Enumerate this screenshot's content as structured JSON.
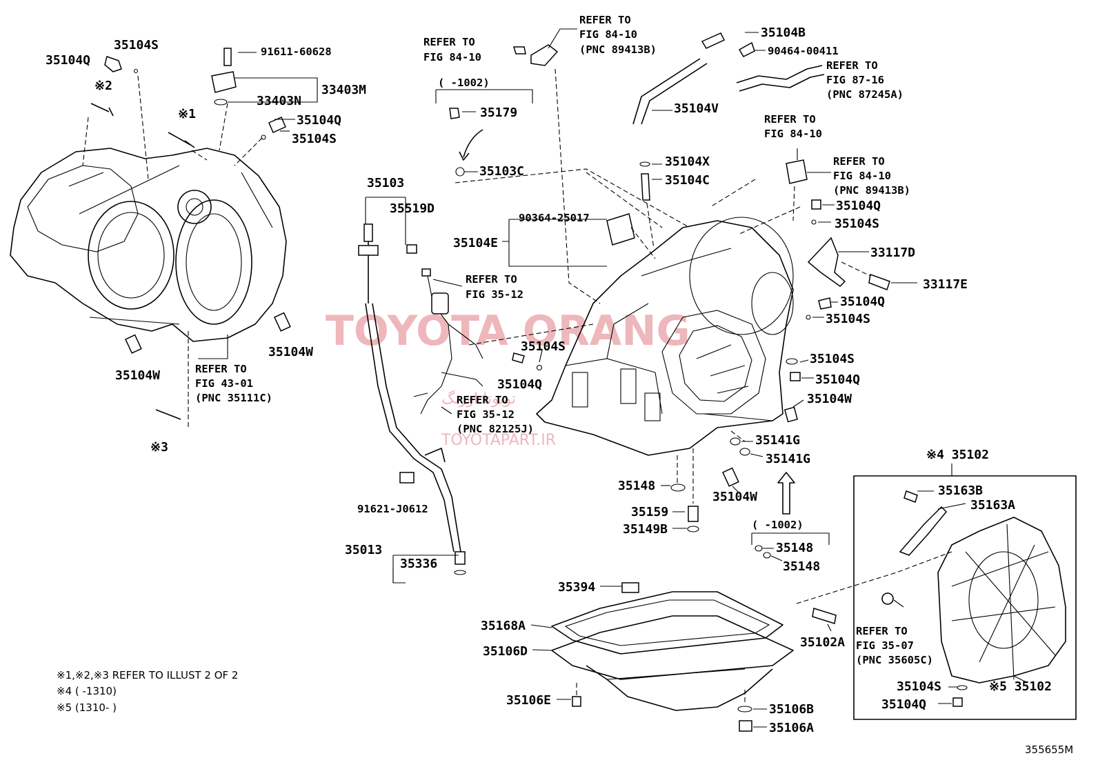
{
  "watermark": {
    "brand": "TOYOTA ORANG",
    "arabic": "تويوتا اورنگ",
    "site": "TOYOTAPART.IR"
  },
  "illustration_code": "355655M",
  "footnotes": [
    "※1,※2,※3 REFER TO ILLUST 2 OF 2",
    "※4 (       -1310)",
    "※5 (1310-       )"
  ],
  "callouts": {
    "c_35104S_a": "35104S",
    "c_35104Q_a": "35104Q",
    "c_mark2": "※2",
    "c_mark1": "※1",
    "c_mark3": "※3",
    "c_91611": "91611-60628",
    "c_33403M": "33403M",
    "c_33403N": "33403N",
    "c_35104Q_b": "35104Q",
    "c_35104S_b": "35104S",
    "c_35104W_a": "35104W",
    "c_35104W_b": "35104W",
    "c_35103": "35103",
    "c_35519D": "35519D",
    "c_35179": "35179",
    "c_35103C": "35103C",
    "c_date1": "(      -1002)",
    "c_35104B": "35104B",
    "c_90464": "90464-00411",
    "c_35104V": "35104V",
    "c_35104X": "35104X",
    "c_35104C": "35104C",
    "c_90364": "90364-25017",
    "c_35104E": "35104E",
    "c_35104Q_c": "35104Q",
    "c_35104S_c": "35104S",
    "c_33117D": "33117D",
    "c_33117E": "33117E",
    "c_35104Q_d": "35104Q",
    "c_35104S_d": "35104S",
    "c_35104S_e": "35104S",
    "c_35104Q_e": "35104Q",
    "c_35104W_c": "35104W",
    "c_35104S_f": "35104S",
    "c_35104Q_f": "35104Q",
    "c_35141G_a": "35141G",
    "c_35141G_b": "35141G",
    "c_35148_a": "35148",
    "c_35104W_d": "35104W",
    "c_35159": "35159",
    "c_35149B": "35149B",
    "c_date2": "(      -1002)",
    "c_35148_b": "35148",
    "c_35148_c": "35148",
    "c_91621": "91621-J0612",
    "c_35013": "35013",
    "c_35336": "35336",
    "c_35394": "35394",
    "c_35168A": "35168A",
    "c_35106D": "35106D",
    "c_35106E": "35106E",
    "c_35106B": "35106B",
    "c_35106A": "35106A",
    "c_35102A": "35102A",
    "c_35102_a": "※4 35102",
    "c_35163B": "35163B",
    "c_35163A": "35163A",
    "c_35104S_g": "35104S",
    "c_35104Q_g": "35104Q",
    "c_35102_b": "※5 35102"
  },
  "references": {
    "r1": [
      "REFER TO",
      "FIG 43-01",
      "(PNC 35111C)"
    ],
    "r2": [
      "REFER TO",
      "FIG 84-10"
    ],
    "r3": [
      "REFER TO",
      "FIG 84-10",
      "(PNC 89413B)"
    ],
    "r4": [
      "REFER TO",
      "FIG 87-16",
      "(PNC 87245A)"
    ],
    "r5": [
      "REFER TO",
      "FIG 84-10"
    ],
    "r6": [
      "REFER TO",
      "FIG 84-10",
      "(PNC 89413B)"
    ],
    "r7": [
      "REFER TO",
      "FIG 35-12"
    ],
    "r8": [
      "REFER TO",
      "FIG 35-12",
      "(PNC 82125J)"
    ],
    "r9": [
      "REFER TO",
      "FIG 35-07",
      "(PNC 35605C)"
    ]
  }
}
